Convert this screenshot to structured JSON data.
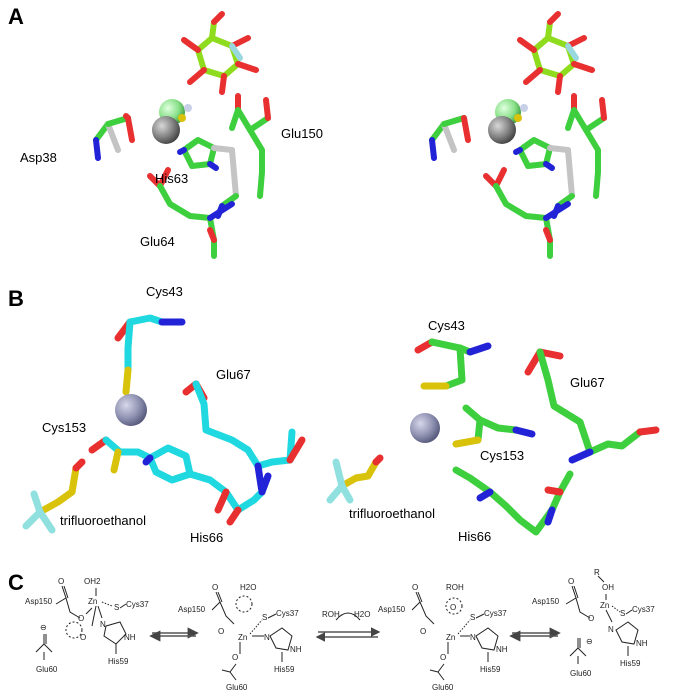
{
  "panels": [
    {
      "letter": "A"
    },
    {
      "letter": "B"
    },
    {
      "letter": "C"
    }
  ],
  "panelA": {
    "labels": [
      "Asp38",
      "His63",
      "Glu150",
      "Glu64"
    ]
  },
  "panelB": {
    "left_labels": [
      "Cys43",
      "Glu67",
      "Cys153",
      "trifluoroethanol",
      "His66"
    ],
    "right_labels": [
      "Cys43",
      "Glu67",
      "Cys153",
      "trifluoroethanol",
      "His66"
    ]
  },
  "panelC": {
    "zinc": "Zn",
    "water": "OH2",
    "water_free": "H2O",
    "alcohol": "ROH",
    "alcohol_bound": "OH",
    "r_group": "R",
    "asp": "Asp150",
    "cys": "Cys37",
    "glu": "Glu60",
    "his": "His59",
    "nh": "NH",
    "n": "N",
    "s": "S",
    "o": "O",
    "minus": "⊖",
    "arrow_in": "ROH",
    "arrow_out": "H2O"
  },
  "colors": {
    "carbon_green": "#3ecf3e",
    "carbon_lime": "#8fdc1e",
    "carbon_cyan": "#20d8e0",
    "carbon_grey": "#c4c4c4",
    "oxygen": "#e83030",
    "nitrogen": "#2222d6",
    "sulfur": "#d8c20a",
    "fluorine": "#90e0e0",
    "zinc": "#8e90b0",
    "metal_grey": "#7d7d7d"
  }
}
